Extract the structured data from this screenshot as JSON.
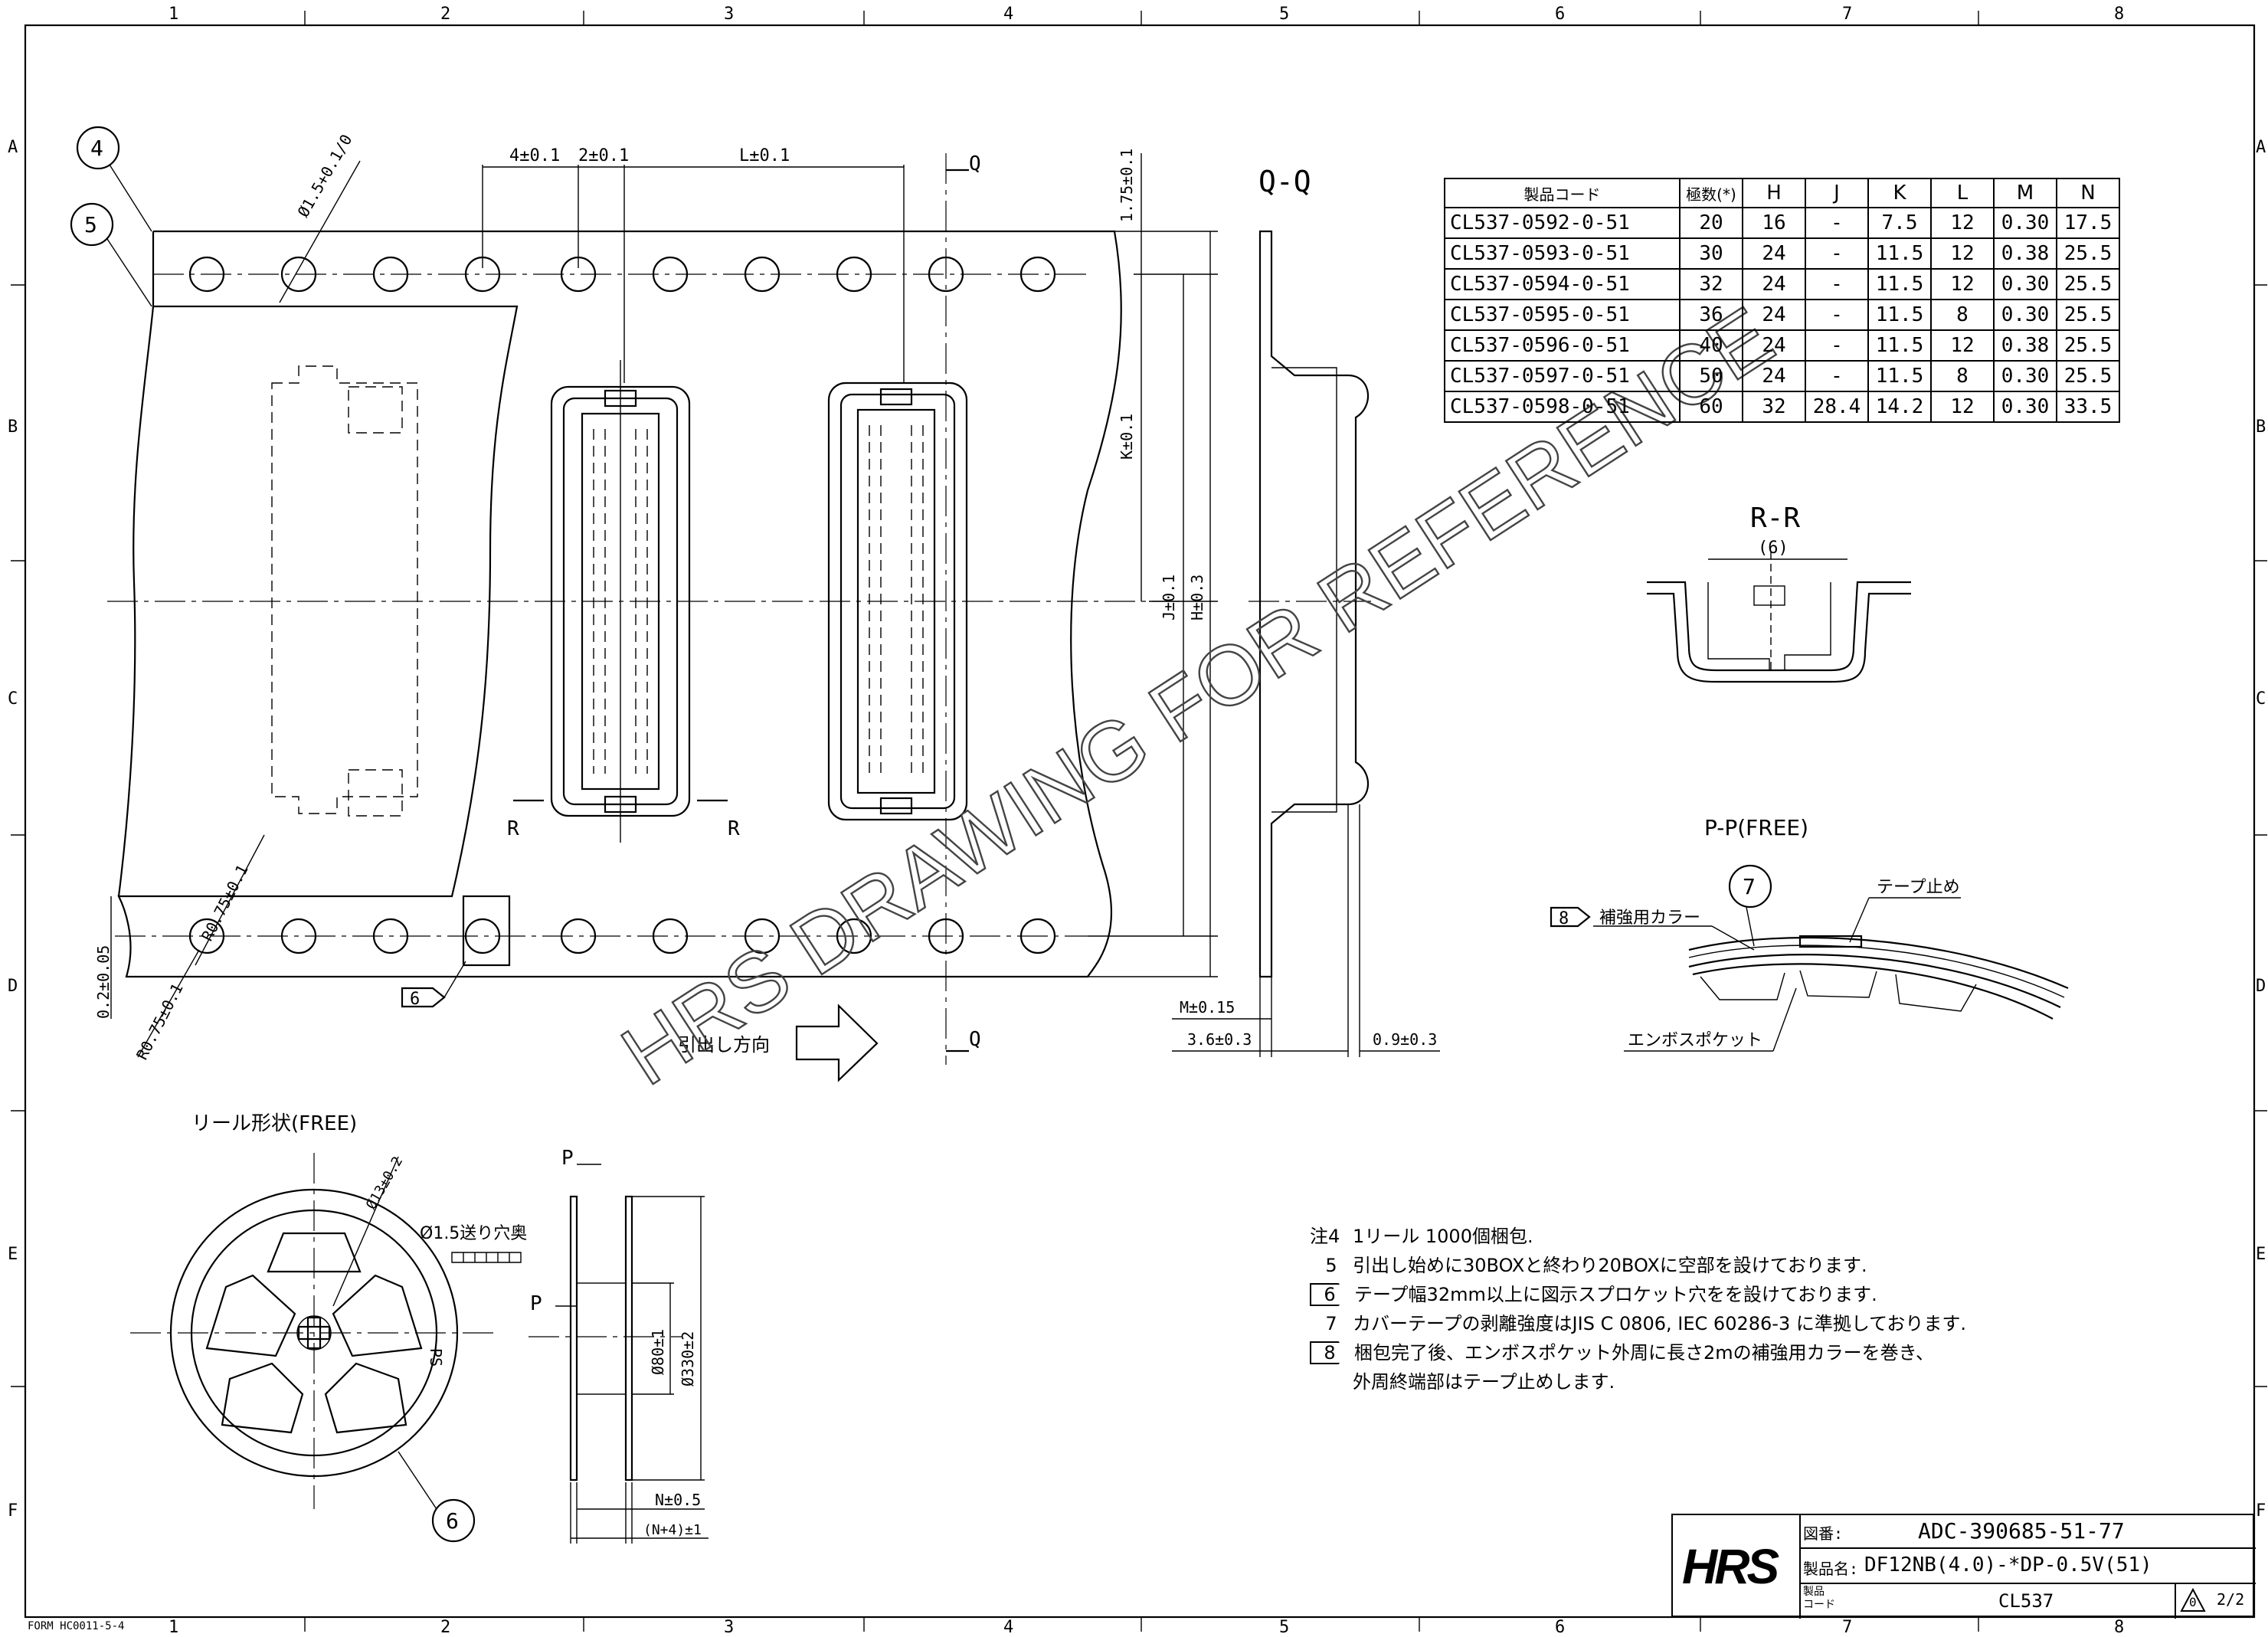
{
  "frame": {
    "columns": [
      "1",
      "2",
      "3",
      "4",
      "5",
      "6",
      "7",
      "8"
    ],
    "rows": [
      "A",
      "B",
      "C",
      "D",
      "E",
      "F"
    ],
    "form_code": "FORM HC0011-5-4"
  },
  "watermark": "HRS DRAWING FOR REFERENCE",
  "tape": {
    "dims": {
      "pitch4": "4±0.1",
      "pitch2": "2±0.1",
      "L": "L±0.1",
      "hole": "Ø1.5+0.1/0",
      "top_margin": "1.75±0.1",
      "K": "K±0.1",
      "J": "J±0.1",
      "H": "H±0.3",
      "r_top": "R0.75±0.1",
      "r_bot": "R0.75±0.1",
      "gap": "0.2±0.05",
      "M": "M±0.15",
      "d36": "3.6±0.3",
      "d09": "0.9±0.3"
    },
    "balloon4": "4",
    "balloon5": "5",
    "flag6": "6",
    "section_R": "R",
    "section_Q": "Q",
    "pull_direction": "引出し方向"
  },
  "views": {
    "qq": "Q-Q",
    "rr": "R-R",
    "rr_dim": "(6)",
    "pp": "P-P(FREE)",
    "pp_balloon": "7",
    "pp_flag": "8",
    "pp_collar": "補強用カラー",
    "pp_tape_stop": "テープ止め",
    "pp_pocket": "エンボスポケット"
  },
  "table": {
    "headers": [
      "製品コード",
      "極数(*)",
      "H",
      "J",
      "K",
      "L",
      "M",
      "N"
    ],
    "rows": [
      [
        "CL537-0592-0-51",
        "20",
        "16",
        "-",
        "7.5",
        "12",
        "0.30",
        "17.5"
      ],
      [
        "CL537-0593-0-51",
        "30",
        "24",
        "-",
        "11.5",
        "12",
        "0.38",
        "25.5"
      ],
      [
        "CL537-0594-0-51",
        "32",
        "24",
        "-",
        "11.5",
        "12",
        "0.30",
        "25.5"
      ],
      [
        "CL537-0595-0-51",
        "36",
        "24",
        "-",
        "11.5",
        "8",
        "0.30",
        "25.5"
      ],
      [
        "CL537-0596-0-51",
        "40",
        "24",
        "-",
        "11.5",
        "12",
        "0.38",
        "25.5"
      ],
      [
        "CL537-0597-0-51",
        "50",
        "24",
        "-",
        "11.5",
        "8",
        "0.30",
        "25.5"
      ],
      [
        "CL537-0598-0-51",
        "60",
        "32",
        "28.4",
        "14.2",
        "12",
        "0.30",
        "33.5"
      ]
    ]
  },
  "reel": {
    "title": "リール形状(FREE)",
    "hub": "Ø13±0.2",
    "feed_hole": "Ø1.5送り穴奥",
    "label_ps": "PS",
    "balloon6": "6",
    "section_P": "P",
    "d80": "Ø80±1",
    "d330": "Ø330±2",
    "N": "N±0.5",
    "N4": "(N+4)±1"
  },
  "notes": [
    {
      "num": "注4",
      "text": "1リール 1000個梱包."
    },
    {
      "num": "5",
      "text": "引出し始めに30BOXと終わり20BOXに空部を設けております."
    },
    {
      "num": "6",
      "text": "テープ幅32mm以上に図示スプロケット穴をを設けております.",
      "flag": true
    },
    {
      "num": "7",
      "text": "カバーテープの剥離強度はJIS C 0806, IEC 60286-3 に準拠しております."
    },
    {
      "num": "8",
      "text": "梱包完了後、エンボスポケット外周に長さ2mの補強用カラーを巻き、",
      "flag": true
    },
    {
      "num": "",
      "text": "外周終端部はテープ止めします."
    }
  ],
  "title_block": {
    "logo": "HRS",
    "drawing_no_label": "図番:",
    "drawing_no": "ADC-390685-51-77",
    "product_name_label": "製品名:",
    "product_name": "DF12NB(4.0)-*DP-0.5V(51)",
    "product_code_label": "製品\nコード",
    "product_code": "CL537",
    "rev": "0",
    "sheet": "2/2"
  }
}
